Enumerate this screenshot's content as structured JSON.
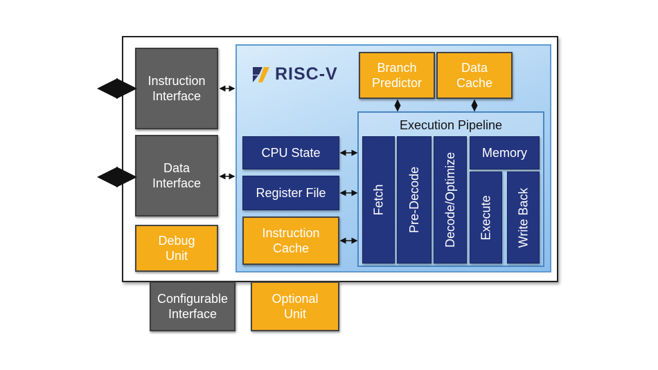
{
  "logo": {
    "text": "RISC-V",
    "colors": {
      "navy": "#2a3266",
      "gold": "#f6ad1a"
    }
  },
  "blocks": {
    "instruction_interface": {
      "line1": "Instruction",
      "line2": "Interface"
    },
    "data_interface": {
      "line1": "Data",
      "line2": "Interface"
    },
    "debug_unit": {
      "line1": "Debug",
      "line2": "Unit"
    },
    "branch_predictor": {
      "line1": "Branch",
      "line2": "Predictor"
    },
    "data_cache": {
      "line1": "Data",
      "line2": "Cache"
    },
    "cpu_state": "CPU State",
    "register_file": "Register File",
    "instruction_cache": {
      "line1": "Instruction",
      "line2": "Cache"
    }
  },
  "pipeline": {
    "title": "Execution Pipeline",
    "stages": {
      "fetch": "Fetch",
      "pre_decode": "Pre-Decode",
      "decode_optimize": "Decode/Optimize",
      "memory": "Memory",
      "execute": "Execute",
      "write_back": "Write Back"
    }
  },
  "legend": {
    "configurable": {
      "line1": "Configurable",
      "line2": "Interface"
    },
    "optional": {
      "line1": "Optional",
      "line2": "Unit"
    }
  },
  "colors": {
    "interface_gray": "#5f5f5f",
    "optional_orange": "#f6ad1a",
    "core_navy": "#24357f",
    "core_blue": "#a9cff2"
  }
}
